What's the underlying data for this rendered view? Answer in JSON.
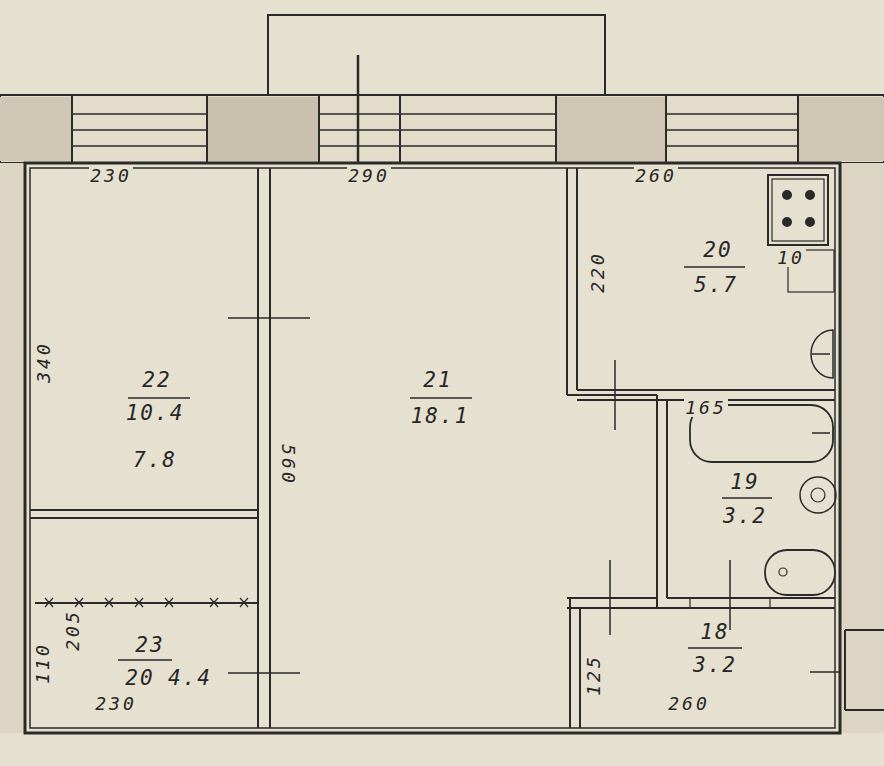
{
  "diagram": {
    "nodes": [
      {
        "text": [
          "22",
          "10.4",
          "7.8"
        ]
      },
      {
        "text": [
          "21",
          "18.1"
        ]
      },
      {
        "text": [
          "20",
          "5.7"
        ]
      },
      {
        "text": [
          "19",
          "3.2"
        ]
      },
      {
        "text": [
          "23",
          "20",
          "4.4"
        ]
      },
      {
        "text": [
          "18",
          "3.2"
        ]
      }
    ],
    "labels": [
      "230",
      "290",
      "260",
      "340",
      "220",
      "560",
      "165",
      "125",
      "260",
      "230",
      "205",
      "110",
      "10"
    ]
  }
}
